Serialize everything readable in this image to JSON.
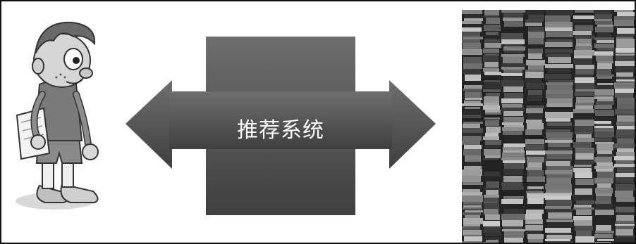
{
  "diagram": {
    "center_label": "推荐系统",
    "left_icon": "cartoon-boy-icon",
    "right_icon": "book-stacks-image",
    "connector": "double-headed-arrow",
    "colors": {
      "arrow_top": "#6e6e6e",
      "arrow_bottom": "#3f3f3f",
      "label_text": "#ffffff",
      "border": "#111111"
    }
  }
}
